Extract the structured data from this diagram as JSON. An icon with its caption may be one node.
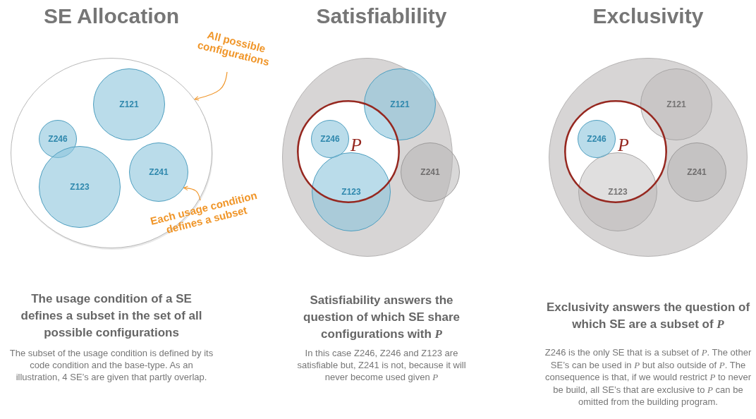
{
  "diagram": {
    "nodes": [
      {
        "text": [],
        "shape": "circle"
      },
      {
        "text": [
          "Z121"
        ],
        "in": 0
      },
      {
        "text": [
          "Z246"
        ],
        "in": 0
      },
      {
        "text": [
          "Z241"
        ],
        "in": 0
      },
      {
        "text": [
          "Z123"
        ],
        "in": 0
      },
      {
        "text": [
          "All possible configurations"
        ]
      },
      {
        "text": [
          "Each usage condition defines a subset"
        ]
      },
      {
        "text": [],
        "shape": "circle"
      },
      {
        "text": [
          "Z121"
        ],
        "in": 7
      },
      {
        "text": [
          "Z246"
        ],
        "in": 10
      },
      {
        "text": [
          "P"
        ],
        "in": 7
      },
      {
        "text": [
          "Z241"
        ],
        "in": 7
      },
      {
        "text": [
          "Z123"
        ],
        "in": 7
      },
      {
        "text": [],
        "shape": "circle"
      },
      {
        "text": [
          "Z121"
        ],
        "in": 13
      },
      {
        "text": [
          "Z246"
        ],
        "in": 16
      },
      {
        "text": [
          "P"
        ],
        "in": 13
      },
      {
        "text": [
          "Z241"
        ],
        "in": 13
      },
      {
        "text": [
          "Z123"
        ],
        "in": 13
      }
    ],
    "edges": [
      {
        "from": 5,
        "to": 0,
        "arrow": "to"
      },
      {
        "from": 6,
        "to": 3,
        "arrow": "to"
      }
    ],
    "labels": [
      "SE Allocation",
      "Satisfiablility",
      "Exclusivity",
      "The usage condition of a SE defines a subset in the set of all possible configurations",
      "The subset of the usage condition is defined by its code condition and the base-type. As an illustration, 4 SE’s are given that partly overlap.",
      "Satisfiability answers the question of which SE share configurations with *P*",
      "In this case Z246, Z246 and Z123 are satisfiable but, Z241 is not, because it will never become used given *P*",
      "Exclusivity answers the question of which SE are a subset of *P*",
      "Z246 is the only SE that is a subset of *P*. The other SE’s can be used in *P* but also outside of *P*. The consequence is that, if we would restrict *P* to never be build, all SE’s that are exclusive to *P* can be omitted from the building program."
    ]
  }
}
